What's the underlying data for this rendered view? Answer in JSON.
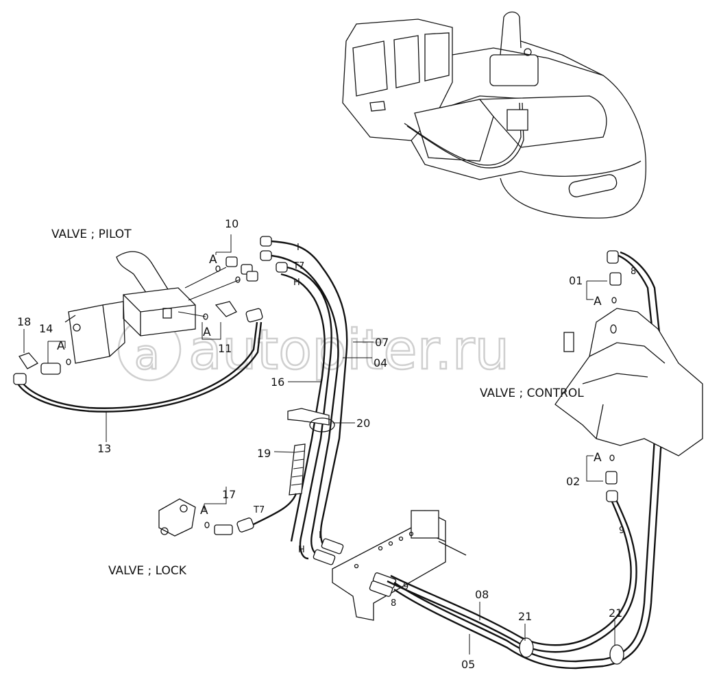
{
  "labels": {
    "valve_pilot": "VALVE ; PILOT",
    "valve_control": "VALVE ; CONTROL",
    "valve_lock": "VALVE ; LOCK"
  },
  "watermark": "autopiter.ru",
  "parts": {
    "p01": "01",
    "p02": "02",
    "p04": "04",
    "p05": "05",
    "p07": "07",
    "p08": "08",
    "p10": "10",
    "p11": "11",
    "p13": "13",
    "p14": "14",
    "p16": "16",
    "p17": "17",
    "p18": "18",
    "p19": "19",
    "p20": "20",
    "p21a": "21",
    "p21b": "21"
  },
  "markers": {
    "A": "A",
    "I": "I",
    "H": "H",
    "T7": "T7",
    "m8": "8",
    "m9": "9"
  }
}
